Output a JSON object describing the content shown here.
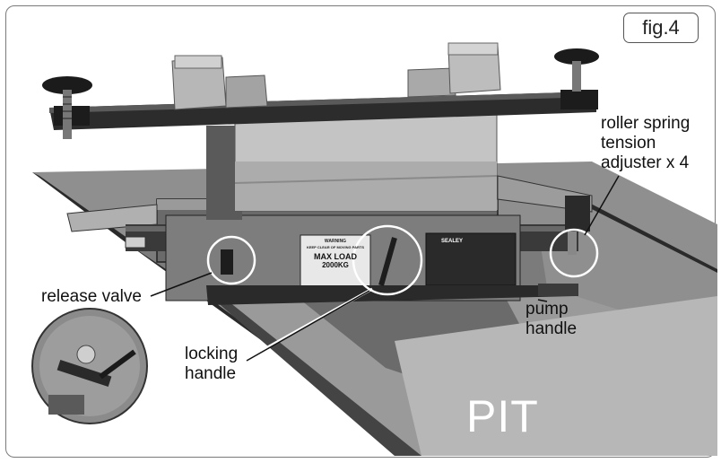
{
  "figure": {
    "label": "fig.4"
  },
  "callouts": {
    "roller_spring": "roller spring\ntension\nadjuster x 4",
    "release_valve": "release valve",
    "pump_handle": "pump\nhandle",
    "locking_handle": "locking\nhandle"
  },
  "pit_label": "PIT",
  "plate": {
    "warning": "WARNING",
    "keep_clear": "KEEP CLEAR OF MOVING PARTS",
    "max_load": "MAX LOAD",
    "capacity": "2000KG",
    "brand": "SEALEY"
  },
  "colors": {
    "floor": "#8d8d8d",
    "pit_wall": "#b4b4b4",
    "pit_shadow": "#6e6e6e",
    "steel_dark": "#2b2b2b",
    "zinc": "#c9c9c9"
  }
}
